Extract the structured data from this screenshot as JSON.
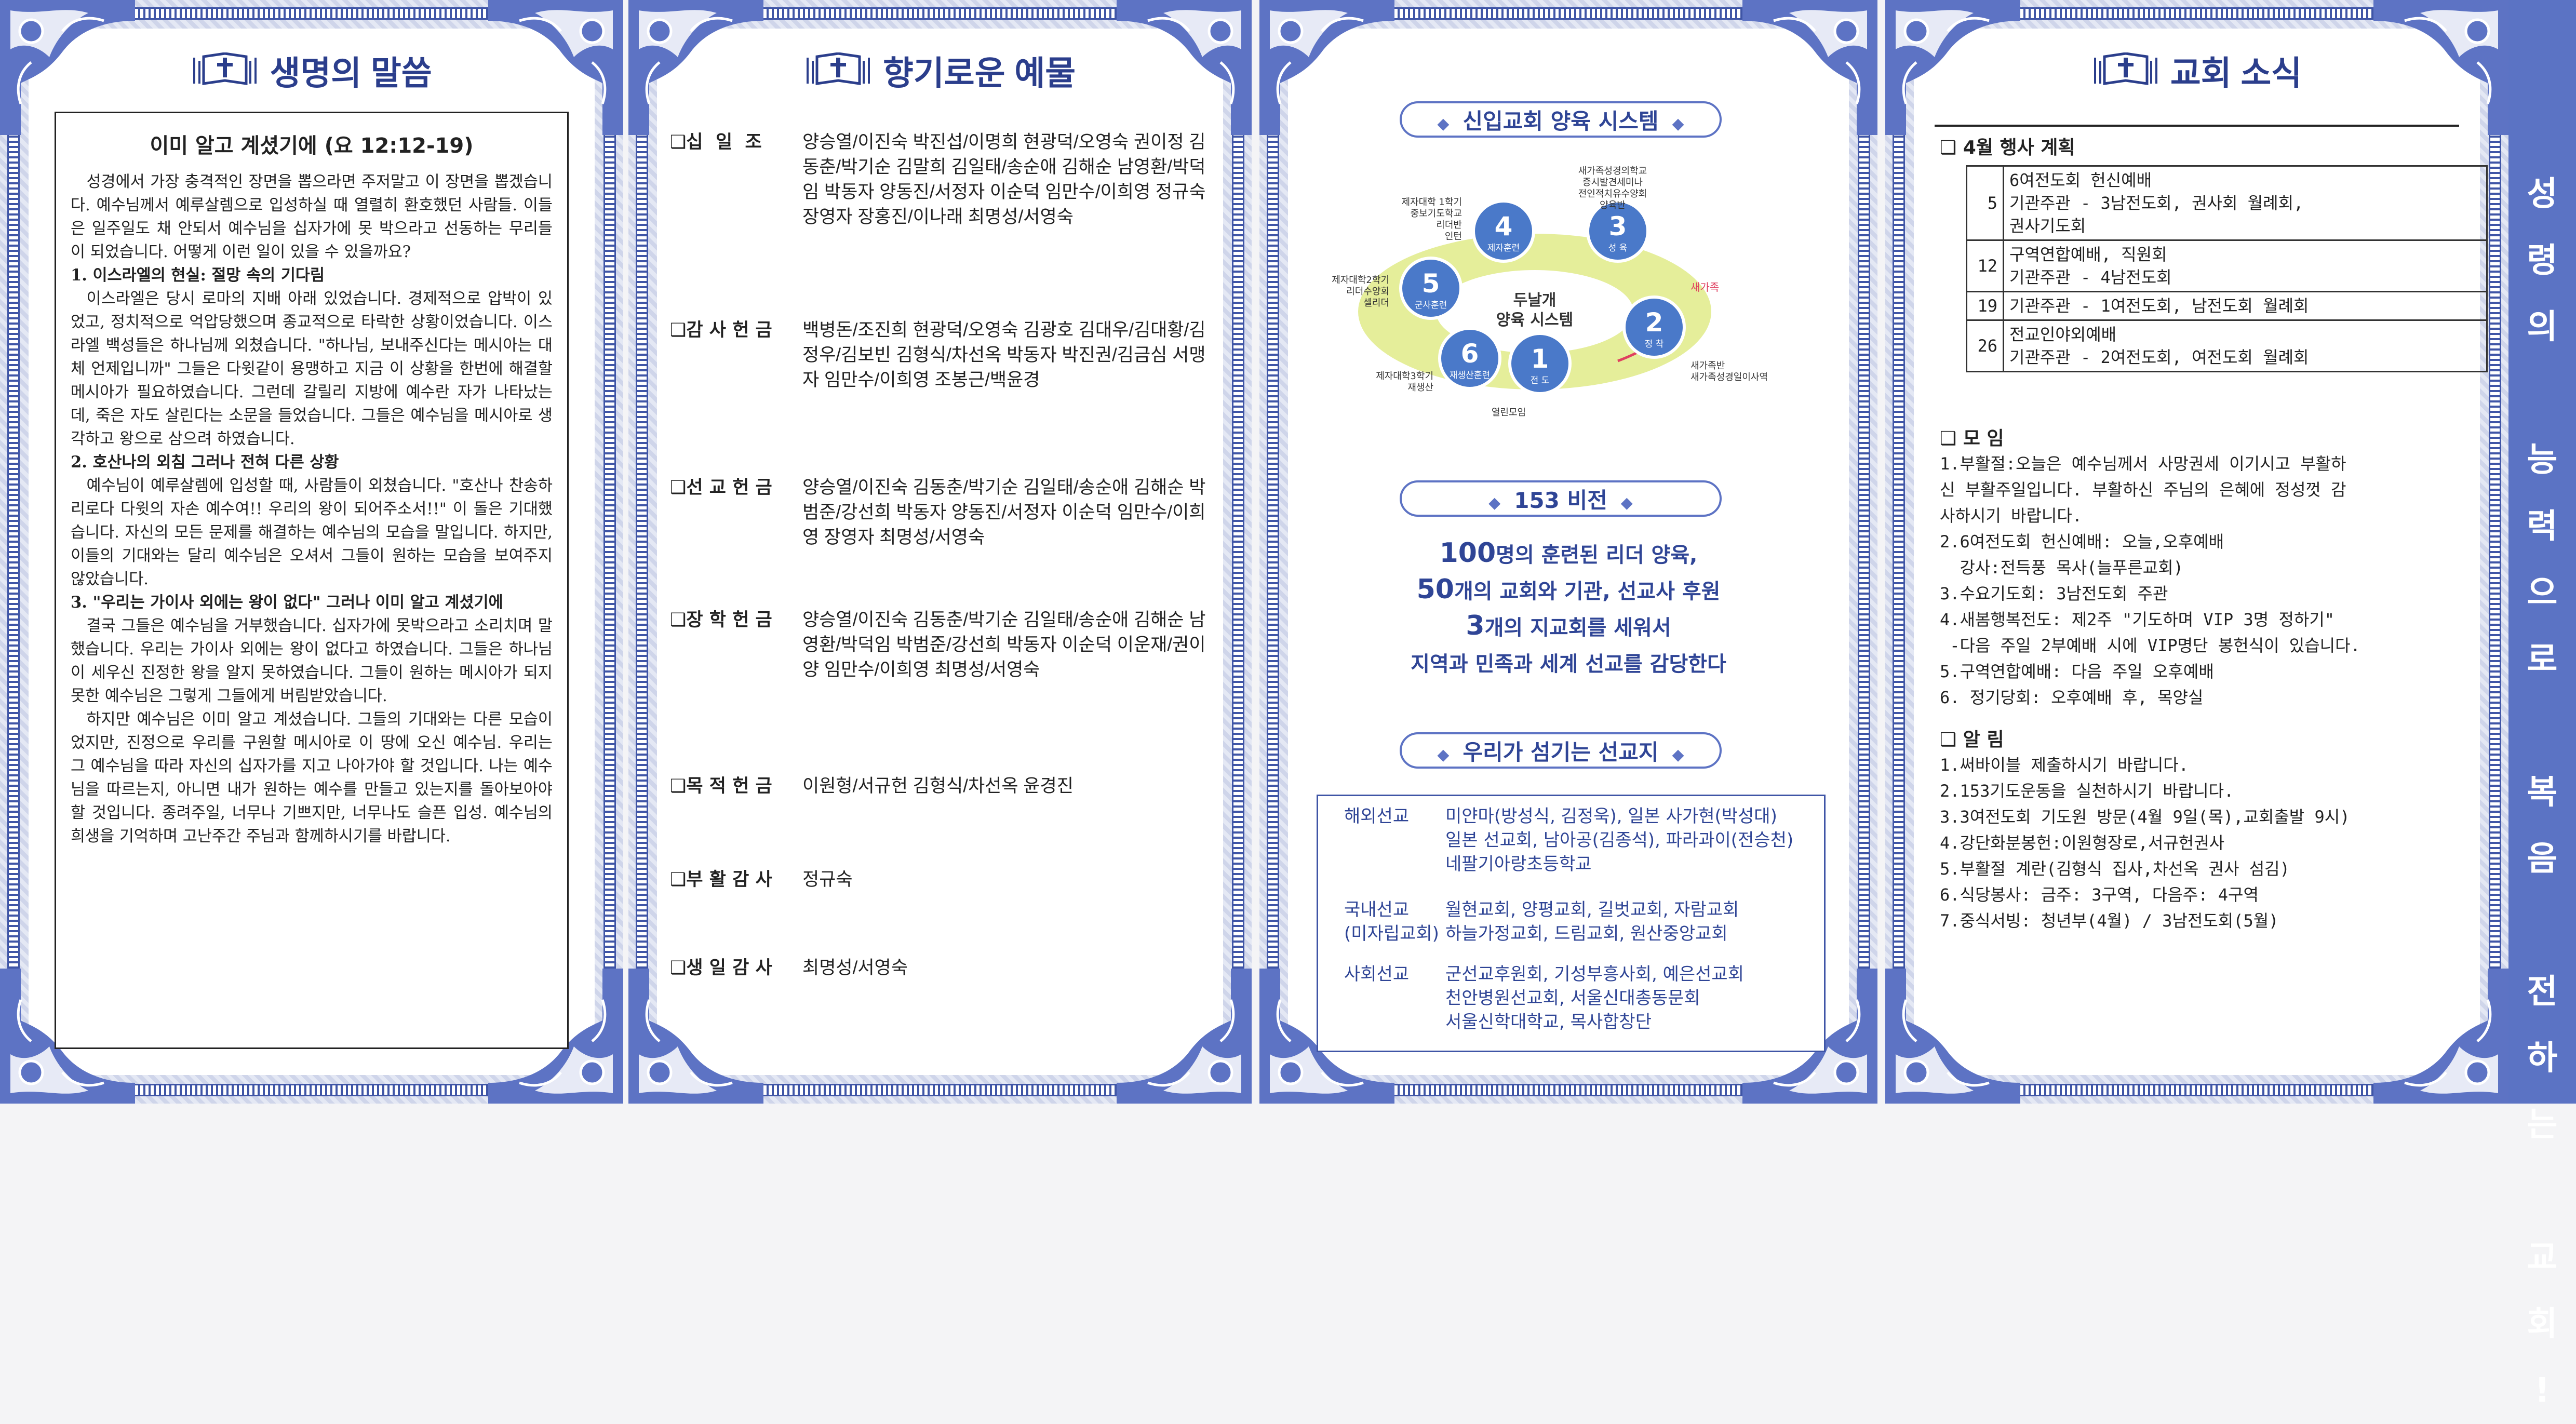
{
  "panel1": {
    "heading": "생명의 말씀",
    "sermon_title": "이미 알고 계셨기에 (요 12:12-19)",
    "intro": "성경에서 가장 충격적인 장면을 뽑으라면 주저말고 이 장면을 뽑겠습니다. 예수님께서 예루살렘으로 입성하실 때 열렬히 환호했던 사람들. 이들은 일주일도 채 안되서 예수님을 십자가에 못 박으라고 선동하는 무리들이 되었습니다. 어떻게 이런 일이 있을 수 있을까요?",
    "h1": "1. 이스라엘의 현실: 절망 속의 기다림",
    "p1": "이스라엘은 당시 로마의 지배 아래 있었습니다. 경제적으로 압박이 있었고, 정치적으로 억압당했으며 종교적으로 타락한 상황이었습니다. 이스라엘 백성들은 하나님께 외쳤습니다. \"하나님, 보내주신다는 메시아는 대체 언제입니까\" 그들은 다윗같이 용맹하고 지금 이 상황을 한번에 해결할 메시아가 필요하였습니다. 그런데 갈릴리 지방에 예수란 자가 나타났는데, 죽은 자도 살린다는 소문을 들었습니다. 그들은 예수님을 메시아로 생각하고 왕으로 삼으려 하였습니다.",
    "h2": "2. 호산나의 외침 그러나 전혀 다른 상황",
    "p2": "예수님이 예루살렘에 입성할 때, 사람들이 외쳤습니다. \"호산나 찬송하리로다 다윗의 자손 예수여!! 우리의 왕이 되어주소서!!\" 이 돌은 기대했습니다. 자신의 모든 문제를 해결하는 예수님의 모습을 말입니다. 하지만, 이들의 기대와는 달리 예수님은 오셔서 그들이 원하는 모습을 보여주지 않았습니다.",
    "h3": "3. \"우리는 가이사 외에는 왕이 없다\" 그러나 이미 알고 계셨기에",
    "p3": "결국 그들은 예수님을 거부했습니다. 십자가에 못박으라고 소리치며 말했습니다. 우리는 가이사 외에는 왕이 없다고 하였습니다. 그들은 하나님이 세우신 진정한 왕을 알지 못하였습니다. 그들이 원하는 메시아가 되지 못한 예수님은 그렇게 그들에게 버림받았습니다.",
    "p4": "하지만 예수님은 이미 알고 계셨습니다. 그들의 기대와는 다른 모습이었지만, 진정으로 우리를 구원할 메시아로 이 땅에 오신 예수님. 우리는 그 예수님을 따라 자신의 십자가를 지고 나아가야 할 것입니다. 나는 예수님을 따르는지, 아니면 내가 원하는 예수를 만들고 있는지를 돌아보아야 할 것입니다. 종려주일, 너무나 기쁘지만, 너무나도 슬픈 입성. 예수님의 희생을 기억하며 고난주간 주님과 함께하시기를 바랍니다."
  },
  "panel2": {
    "heading": "향기로운 예물",
    "groups": [
      {
        "label": "❑십  일  조",
        "names": "양승열/이진숙 박진섭/이명희 현광덕/오영숙 권이정 김동춘/박기순 김말희 김일태/송순애 김해순 남영환/박덕임 박동자 양동진/서정자 이순덕 임만수/이희영 정규숙 장영자 장홍진/이나래 최명성/서영숙"
      },
      {
        "label": "❑감 사 헌 금",
        "names": "백병돈/조진희 현광덕/오영숙 김광호 김대우/김대황/김정우/김보빈 김형식/차선옥 박동자 박진권/김금심 서맹자 임만수/이희영 조봉근/백윤경"
      },
      {
        "label": "❑선 교 헌 금",
        "names": "양승열/이진숙 김동춘/박기순 김일태/송순애 김해순 박범준/강선희 박동자 양동진/서정자 이순덕 임만수/이희영 장영자 최명성/서영숙"
      },
      {
        "label": "❑장 학 헌 금",
        "names": "양승열/이진숙 김동춘/박기순 김일태/송순애 김해순 남영환/박덕임 박범준/강선희 박동자 이순덕 이운재/권이양 임만수/이희영 최명성/서영숙"
      },
      {
        "label": "❑목 적 헌 금",
        "names": "이원형/서규헌 김형식/차선옥 윤경진"
      },
      {
        "label": "❑부 활 감 사",
        "names": "정규숙"
      },
      {
        "label": "❑생 일 감 사",
        "names": "최명성/서영숙"
      }
    ]
  },
  "panel3": {
    "system_title": "신입교회 양육 시스템",
    "center_label": "두날개\n양육 시스템",
    "steps": [
      {
        "num": "1",
        "name": "전 도",
        "desc": "열린모임"
      },
      {
        "num": "2",
        "name": "정 착",
        "desc": "새가족반\n새가족성경일이사역"
      },
      {
        "num": "3",
        "name": "성 육",
        "desc": "새가족성경의학교\n증시발견세미나\n전인적치유수양회\n양육반"
      },
      {
        "num": "4",
        "name": "제자훈련",
        "desc": "제자대학 1학기\n중보기도학교\n리더반\n인턴"
      },
      {
        "num": "5",
        "name": "군사훈련",
        "desc": "제자대학2학기\n리더수양회\n셀리더"
      },
      {
        "num": "6",
        "name": "재생산훈련",
        "desc": "제자대학3학기\n재생산"
      }
    ],
    "newfamily_label": "새가족",
    "vision_title": "153 비전",
    "vision_lines": [
      {
        "num": "100",
        "rest": "명의 훈련된 리더 양육,"
      },
      {
        "num": "50",
        "rest": "개의 교회와 기관, 선교사 후원"
      },
      {
        "num": "3",
        "rest": "개의 지교회를 세워서"
      },
      {
        "num": "",
        "rest": "지역과 민족과 세계 선교를 감당한다"
      }
    ],
    "missions_title": "우리가 섬기는 선교지",
    "missions": [
      {
        "category": "해외선교",
        "list": "미얀마(방성식, 김정욱), 일본 사가현(박성대)\n일본 선교회, 남아공(김종석), 파라과이(전승천)\n네팔기아랑초등학교"
      },
      {
        "category": "국내선교\n(미자립교회)",
        "list": "월현교회, 양평교회, 길벗교회, 자람교회\n하늘가정교회, 드림교회, 원산중앙교회"
      },
      {
        "category": "사회선교",
        "list": "군선교후원회, 기성부흥사회, 예은선교회\n천안병원선교회, 서울신대총동문회\n서울신학대학교, 목사합창단"
      }
    ]
  },
  "panel4": {
    "heading": "교회 소식",
    "events_title": "❑ 4월 행사 계획",
    "events": [
      {
        "day": "5",
        "text": "6여전도회 헌신예배\n기관주관 - 3남전도회, 권사회 월례회,\n권사기도회"
      },
      {
        "day": "12",
        "text": "구역연합예배, 직원회\n기관주관 - 4남전도회"
      },
      {
        "day": "19",
        "text": "기관주관 - 1여전도회, 남전도회 월례회"
      },
      {
        "day": "26",
        "text": "전교인야외예배\n기관주관 - 2여전도회, 여전도회 월례회"
      }
    ],
    "meetings_title": "❑ 모  임",
    "meetings": [
      "1.부활절:오늘은 예수님께서 사망권세 이기시고 부활하",
      "신 부활주일입니다. 부활하신 주님의 은혜에 정성껏 감",
      "사하시기 바랍니다.",
      "2.6여전도회 헌신예배: 오늘,오후예배",
      "  강사:전득풍 목사(늘푸른교회)",
      "3.수요기도회: 3남전도회 주관",
      "4.새봄행복전도: 제2주 \"기도하며 VIP 3명 정하기\"",
      " -다음 주일 2부예배 시에 VIP명단 봉헌식이 있습니다.",
      "5.구역연합예배: 다음 주일 오후예배",
      "6. 정기당회: 오후예배 후, 목양실"
    ],
    "notices_title": "❑ 알  림",
    "notices": [
      "1.써바이블 제출하시기 바랍니다.",
      "2.153기도운동을 실천하시기 바랍니다.",
      "3.3여전도회 기도원 방문(4월 9일(목),교회출발 9시)",
      "4.강단화분봉헌:이원형장로,서규헌권사",
      "5.부활절 계란(김형식 집사,차선옥 권사 섬김)",
      "6.식당봉사: 금주: 3구역, 다음주: 4구역",
      "7.중식서빙: 청년부(4월) / 3남전도회(5월)"
    ],
    "side_slogan": "성\n령\n의\n \n능\n력\n으\n로\n \n복\n음\n \n전\n하\n는\n \n교\n회\n!"
  }
}
